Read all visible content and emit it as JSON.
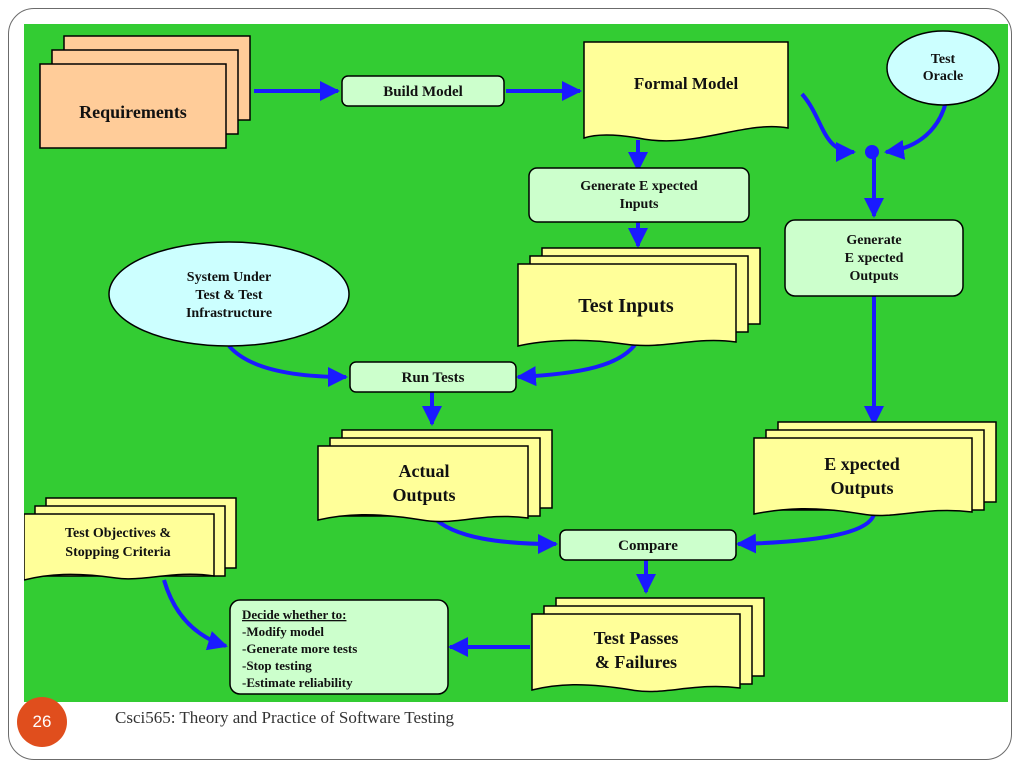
{
  "footer": {
    "slide_number": "26",
    "course_title": "Csci565: Theory and Practice of Software Testing"
  },
  "colors": {
    "background": "#33cc33",
    "arrow": "#1a1aff",
    "document": "#ffff99",
    "process": "#ccffcc",
    "requirements": "#ffcc99",
    "terminator": "#ccffff",
    "slide_number_badge": "#e04e1d"
  },
  "diagram": {
    "requirements": "Requirements",
    "build_model": "Build Model",
    "formal_model": "Formal Model",
    "test_oracle": [
      "Test",
      "Oracle"
    ],
    "generate_expected_inputs": [
      "Generate E xpected",
      "Inputs"
    ],
    "generate_expected_outputs": [
      "Generate",
      "E xpected",
      "Outputs"
    ],
    "system_under_test": [
      "System Under",
      "Test & Test",
      "Infrastructure"
    ],
    "test_inputs": "Test Inputs",
    "run_tests": "Run Tests",
    "actual_outputs": [
      "Actual",
      "Outputs"
    ],
    "expected_outputs": [
      "E xpected",
      "Outputs"
    ],
    "test_objectives": [
      "Test Objectives &",
      "Stopping Criteria"
    ],
    "compare": "Compare",
    "test_passes": [
      "Test Passes",
      "& Failures"
    ],
    "decide": {
      "heading": "Decide whether to:",
      "items": [
        "-Modify model",
        "-Generate more tests",
        "-Stop testing",
        "-Estimate reliability"
      ]
    }
  }
}
